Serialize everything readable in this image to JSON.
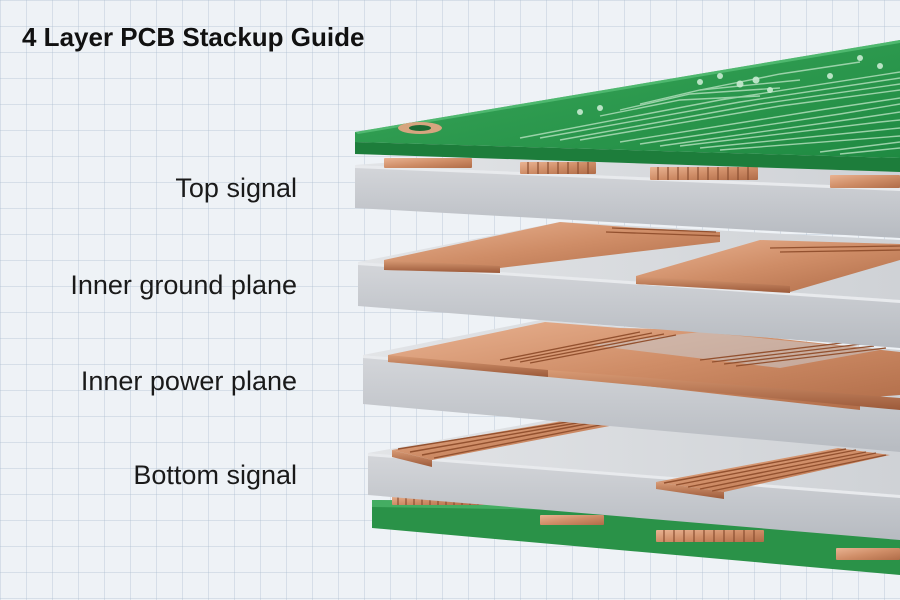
{
  "title": "4 Layer PCB Stackup Guide",
  "layers": [
    {
      "label": "Top signal"
    },
    {
      "label": "Inner ground plane"
    },
    {
      "label": "Inner power plane"
    },
    {
      "label": "Bottom signal"
    }
  ],
  "colors": {
    "pcb_green": "#2f9a4c",
    "copper": "#c98a63",
    "dielectric": "#c9ccd1",
    "background": "#eef2f6"
  }
}
